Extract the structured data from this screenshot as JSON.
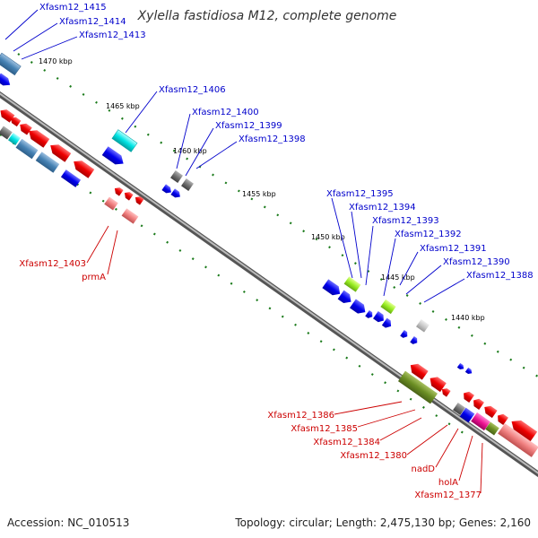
{
  "header": {
    "title": "Xylella fastidiosa M12, complete genome"
  },
  "footer": {
    "accession": "Accession: NC_010513",
    "topology": "Topology: circular; Length: 2,475,130 bp; Genes: 2,160"
  },
  "scale_labels": [
    "1470 kbp",
    "1465 kbp",
    "1460 kbp",
    "1455 kbp",
    "1450 kbp",
    "1445 kbp",
    "1440 kbp"
  ],
  "forward_strand_labels": [
    "Xfasm12_1415",
    "Xfasm12_1414",
    "Xfasm12_1413",
    "Xfasm12_1406",
    "Xfasm12_1400",
    "Xfasm12_1399",
    "Xfasm12_1398",
    "Xfasm12_1395",
    "Xfasm12_1394",
    "Xfasm12_1393",
    "Xfasm12_1392",
    "Xfasm12_1391",
    "Xfasm12_1390",
    "Xfasm12_1388"
  ],
  "reverse_strand_labels": [
    "Xfasm12_1403",
    "prmA",
    "Xfasm12_1386",
    "Xfasm12_1385",
    "Xfasm12_1384",
    "Xfasm12_1380",
    "nadD",
    "holA",
    "Xfasm12_1377"
  ],
  "colors": {
    "forward_label": "#0000cc",
    "reverse_label": "#cc0000",
    "backbone": "#888888",
    "tick": "#1a7a1a"
  }
}
